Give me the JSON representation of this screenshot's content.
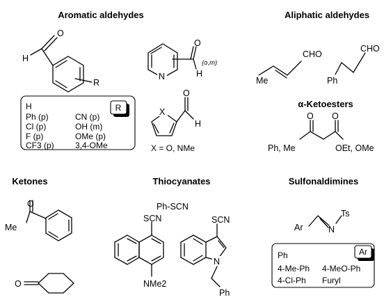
{
  "headings": {
    "aromatic_aldehydes": "Aromatic aldehydes",
    "aliphatic_aldehydes": "Aliphatic aldehydes",
    "ketoesters": "α-Ketoesters",
    "ketones": "Ketones",
    "thiocyanates": "Thiocyanates",
    "sulfonaldimines": "Sulfonaldimines"
  },
  "aromatic": {
    "h_label": "H",
    "r_label": "R",
    "o_label": "O",
    "n_label": "N",
    "pyr_h_label": "H",
    "pyr_pos_label": "(o,m)",
    "x_label": "X",
    "furan_h_label": "H",
    "furan_o_label": "O",
    "x_def": "X = O, NMe",
    "r_badge": "R",
    "r_list": [
      "H",
      "",
      "Ph (p)",
      "CN (p)",
      "Cl (p)",
      "OH (m)",
      "F (p)",
      "OMe (p)",
      "CF3 (p)",
      "3,4-OMe"
    ]
  },
  "aliphatic": {
    "cho1": "CHO",
    "me": "Me",
    "cho2": "CHO",
    "ph": "Ph"
  },
  "ketoester": {
    "o1": "O",
    "o2": "O",
    "left": "Ph, Me",
    "right": "OEt, OMe"
  },
  "ketones": {
    "o1": "O",
    "me": "Me",
    "o2": "O"
  },
  "thiocyanates": {
    "ph_scn": "Ph-SCN",
    "scn1": "SCN",
    "nme2": "NMe2",
    "scn2": "SCN",
    "n": "N",
    "ph": "Ph"
  },
  "sulfonaldimines": {
    "ar": "Ar",
    "n": "N",
    "ts": "Ts",
    "ar_badge": "Ar",
    "ar_list": [
      "Ph",
      "",
      "4-Me-Ph",
      "4-MeO-Ph",
      "4-Cl-Ph",
      "Furyl"
    ]
  }
}
